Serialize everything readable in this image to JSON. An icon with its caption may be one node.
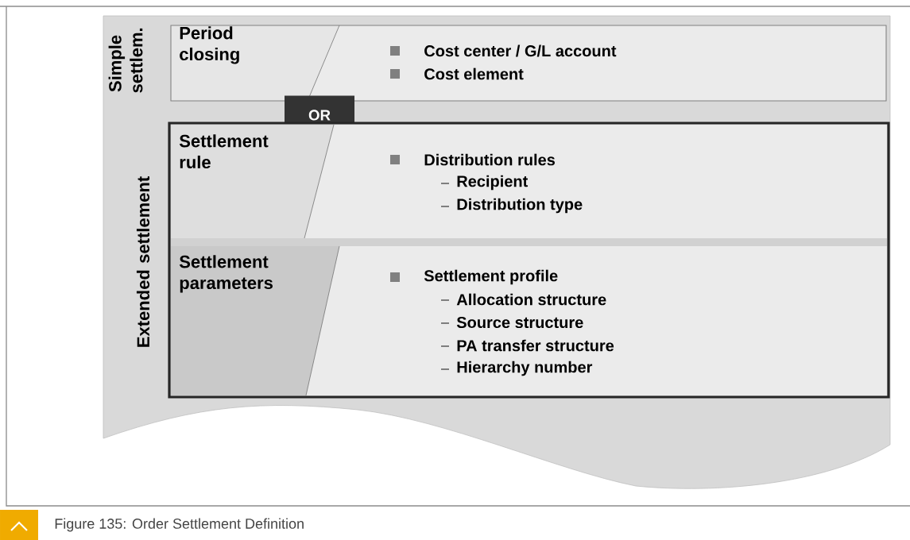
{
  "diagram": {
    "caption": "Figure 135: Order Settlement Definition",
    "nodes": [
      {
        "text": [
          "Simple settlem.",
          "Extended settlement"
        ]
      },
      {
        "text": [
          "Period closing",
          "Cost center / G/L account",
          "Cost element"
        ],
        "in": 0
      },
      {
        "text": [
          "OR"
        ],
        "in": 0
      },
      {
        "text": [],
        "shape": "box",
        "in": 0
      },
      {
        "text": [
          "Settlement rule",
          "Distribution rules",
          "Recipient",
          "Distribution type"
        ],
        "in": 3
      },
      {
        "text": [
          "Settlement parameters",
          "Settlement profile",
          "Allocation structure",
          "Source structure",
          "PA transfer structure",
          "Hierarchy number"
        ],
        "in": 3
      }
    ]
  }
}
